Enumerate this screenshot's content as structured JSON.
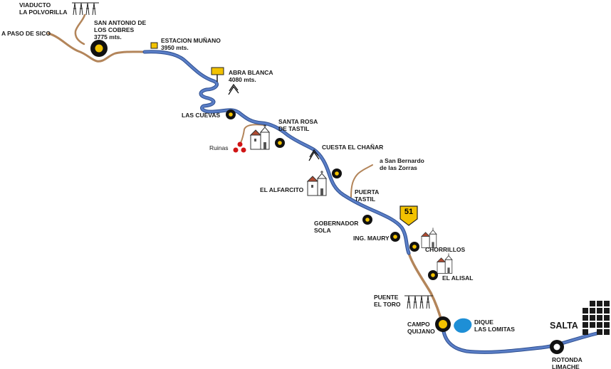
{
  "map": {
    "colors": {
      "route": "#5a7ec7",
      "route_outline": "#2e4f8f",
      "secondary_road": "#b3855a",
      "stop_outer": "#111111",
      "stop_inner": "#f2c200",
      "highway_badge": "#f2c200",
      "lake": "#1e8fd6",
      "ruins": "#d01515",
      "city_block": "#1a1a1a"
    },
    "highway_badge": "51",
    "places": [
      {
        "id": "viaducto",
        "label": "VIADUCTO\nLA POLVORILLA",
        "icon": "bridge-icon"
      },
      {
        "id": "paso-sico",
        "label": "A PASO DE SICO",
        "icon": "none"
      },
      {
        "id": "san-antonio",
        "label": "SAN ANTONIO DE\nLOS COBRES\n3775 mts.",
        "icon": "major-stop-icon"
      },
      {
        "id": "estacion-munano",
        "label": "ESTACION MUÑANO\n3950 mts.",
        "icon": "station-square-icon"
      },
      {
        "id": "abra-blanca",
        "label": "ABRA BLANCA\n4080 mts.",
        "icon": "sign-post-icon"
      },
      {
        "id": "las-cuevas",
        "label": "LAS CUEVAS",
        "icon": "stop-icon"
      },
      {
        "id": "santa-rosa",
        "label": "SANTA ROSA\nDE TASTIL",
        "icon": "church-icon"
      },
      {
        "id": "ruinas",
        "label": "Ruinas",
        "icon": "ruins-icon"
      },
      {
        "id": "cuesta-chanar",
        "label": "CUESTA EL CHAÑAR",
        "icon": "slope-icon"
      },
      {
        "id": "san-bernardo",
        "label": "a San Bernardo\nde las Zorras",
        "icon": "none"
      },
      {
        "id": "el-alfarcito",
        "label": "EL ALFARCITO",
        "icon": "church-icon"
      },
      {
        "id": "puerta-tastil",
        "label": "PUERTA\nTASTIL",
        "icon": "none"
      },
      {
        "id": "gobernador-sola",
        "label": "GOBERNADOR\nSOLA",
        "icon": "stop-icon"
      },
      {
        "id": "ing-maury",
        "label": "ING. MAURY",
        "icon": "stop-icon"
      },
      {
        "id": "chorrillos",
        "label": "CHORRILLOS",
        "icon": "church-icon"
      },
      {
        "id": "el-alisal",
        "label": "EL ALISAL",
        "icon": "church-icon"
      },
      {
        "id": "puente-toro",
        "label": "PUENTE\nEL TORO",
        "icon": "bridge-icon"
      },
      {
        "id": "campo-quijano",
        "label": "CAMPO\nQUIJANO",
        "icon": "major-stop-icon"
      },
      {
        "id": "dique-lomitas",
        "label": "DIQUE\nLAS LOMITAS",
        "icon": "lake-icon"
      },
      {
        "id": "salta",
        "label": "SALTA",
        "icon": "city-grid-icon"
      },
      {
        "id": "rotonda-limache",
        "label": "ROTONDA\nLIMACHE",
        "icon": "roundabout-icon"
      }
    ]
  }
}
